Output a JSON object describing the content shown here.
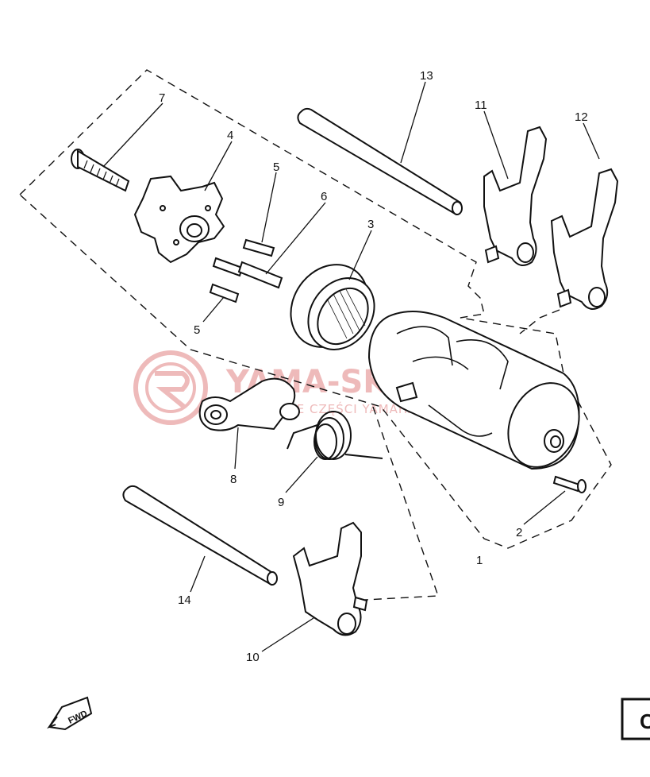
{
  "labels": {
    "p1": "1",
    "p2": "2",
    "p3": "3",
    "p4": "4",
    "p5a": "5",
    "p5b": "5",
    "p6": "6",
    "p7": "7",
    "p8": "8",
    "p9": "9",
    "p10": "10",
    "p11": "11",
    "p12": "12",
    "p13": "13",
    "p14": "14"
  },
  "watermark": {
    "title": "YAMA-SKLEP.PL",
    "subtitle": "DOSTĘPNE CZĘŚCI YAMAHA"
  },
  "direction_marker": "FWD",
  "corner_box_text": "C",
  "colors": {
    "ink": "#111111",
    "watermark": "#e9a3a3"
  }
}
